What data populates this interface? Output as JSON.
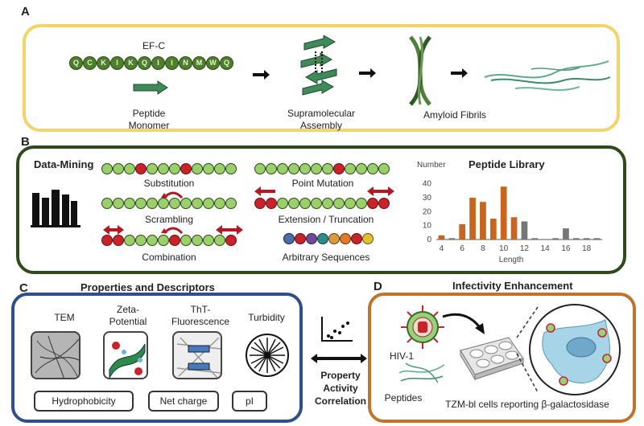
{
  "panels": {
    "a": {
      "letter": "A",
      "peptide_name": "EF-C",
      "sequence": [
        "Q",
        "C",
        "K",
        "I",
        "K",
        "Q",
        "I",
        "I",
        "N",
        "M",
        "W",
        "Q"
      ],
      "monomer_label_1": "Peptide",
      "monomer_label_2": "Monomer",
      "assembly_label_1": "Supramolecular",
      "assembly_label_2": "Assembly",
      "fibrils_label": "Amyloid Fibrils"
    },
    "b": {
      "letter": "B",
      "datamining_label": "Data-Mining",
      "substitution_label": "Substitution",
      "point_mutation_label": "Point Mutation",
      "scrambling_label": "Scrambling",
      "extension_label": "Extension / Truncation",
      "combination_label": "Combination",
      "arbitrary_label": "Arbitrary Sequences",
      "library_title": "Peptide Library"
    },
    "c": {
      "letter": "C",
      "title": "Properties and Descriptors",
      "tem": "TEM",
      "zeta_1": "Zeta-",
      "zeta_2": "Potential",
      "tht_1": "ThT-",
      "tht_2": "Fluorescence",
      "turbidity": "Turbidity",
      "hydrophobicity": "Hydrophobicity",
      "net_charge": "Net charge",
      "pi": "pI"
    },
    "middle": {
      "line1": "Property",
      "line2": "Activity",
      "line3": "Correlation"
    },
    "d": {
      "letter": "D",
      "title": "Infectivity Enhancement",
      "hiv": "HIV-1",
      "peptides": "Peptides",
      "cells": "TZM-bl cells reporting β-galactosidase"
    }
  },
  "chart_data": {
    "type": "bar",
    "title": "Peptide Library",
    "ylabel": "Number",
    "xlabel": "Length",
    "x_ticks": [
      "4",
      "6",
      "8",
      "10",
      "12",
      "14",
      "16",
      "18"
    ],
    "y_ticks": [
      "0",
      "10",
      "20",
      "30",
      "40"
    ],
    "ylim": [
      0,
      45
    ],
    "xlim": [
      3.5,
      19.5
    ],
    "bars": [
      {
        "x": 4,
        "value": 3,
        "color": "#c8651e"
      },
      {
        "x": 5,
        "value": 1,
        "color": "#777777"
      },
      {
        "x": 6,
        "value": 11,
        "color": "#c8651e"
      },
      {
        "x": 7,
        "value": 30,
        "color": "#c8651e"
      },
      {
        "x": 8,
        "value": 27,
        "color": "#c8651e"
      },
      {
        "x": 9,
        "value": 15,
        "color": "#c8651e"
      },
      {
        "x": 10,
        "value": 38,
        "color": "#c8651e"
      },
      {
        "x": 11,
        "value": 16,
        "color": "#c8651e"
      },
      {
        "x": 12,
        "value": 13,
        "color": "#777777"
      },
      {
        "x": 13,
        "value": 1,
        "color": "#777777"
      },
      {
        "x": 15,
        "value": 1,
        "color": "#777777"
      },
      {
        "x": 16,
        "value": 8,
        "color": "#777777"
      },
      {
        "x": 17,
        "value": 1,
        "color": "#777777"
      },
      {
        "x": 18,
        "value": 1,
        "color": "#777777"
      },
      {
        "x": 19,
        "value": 1,
        "color": "#777777"
      }
    ]
  }
}
